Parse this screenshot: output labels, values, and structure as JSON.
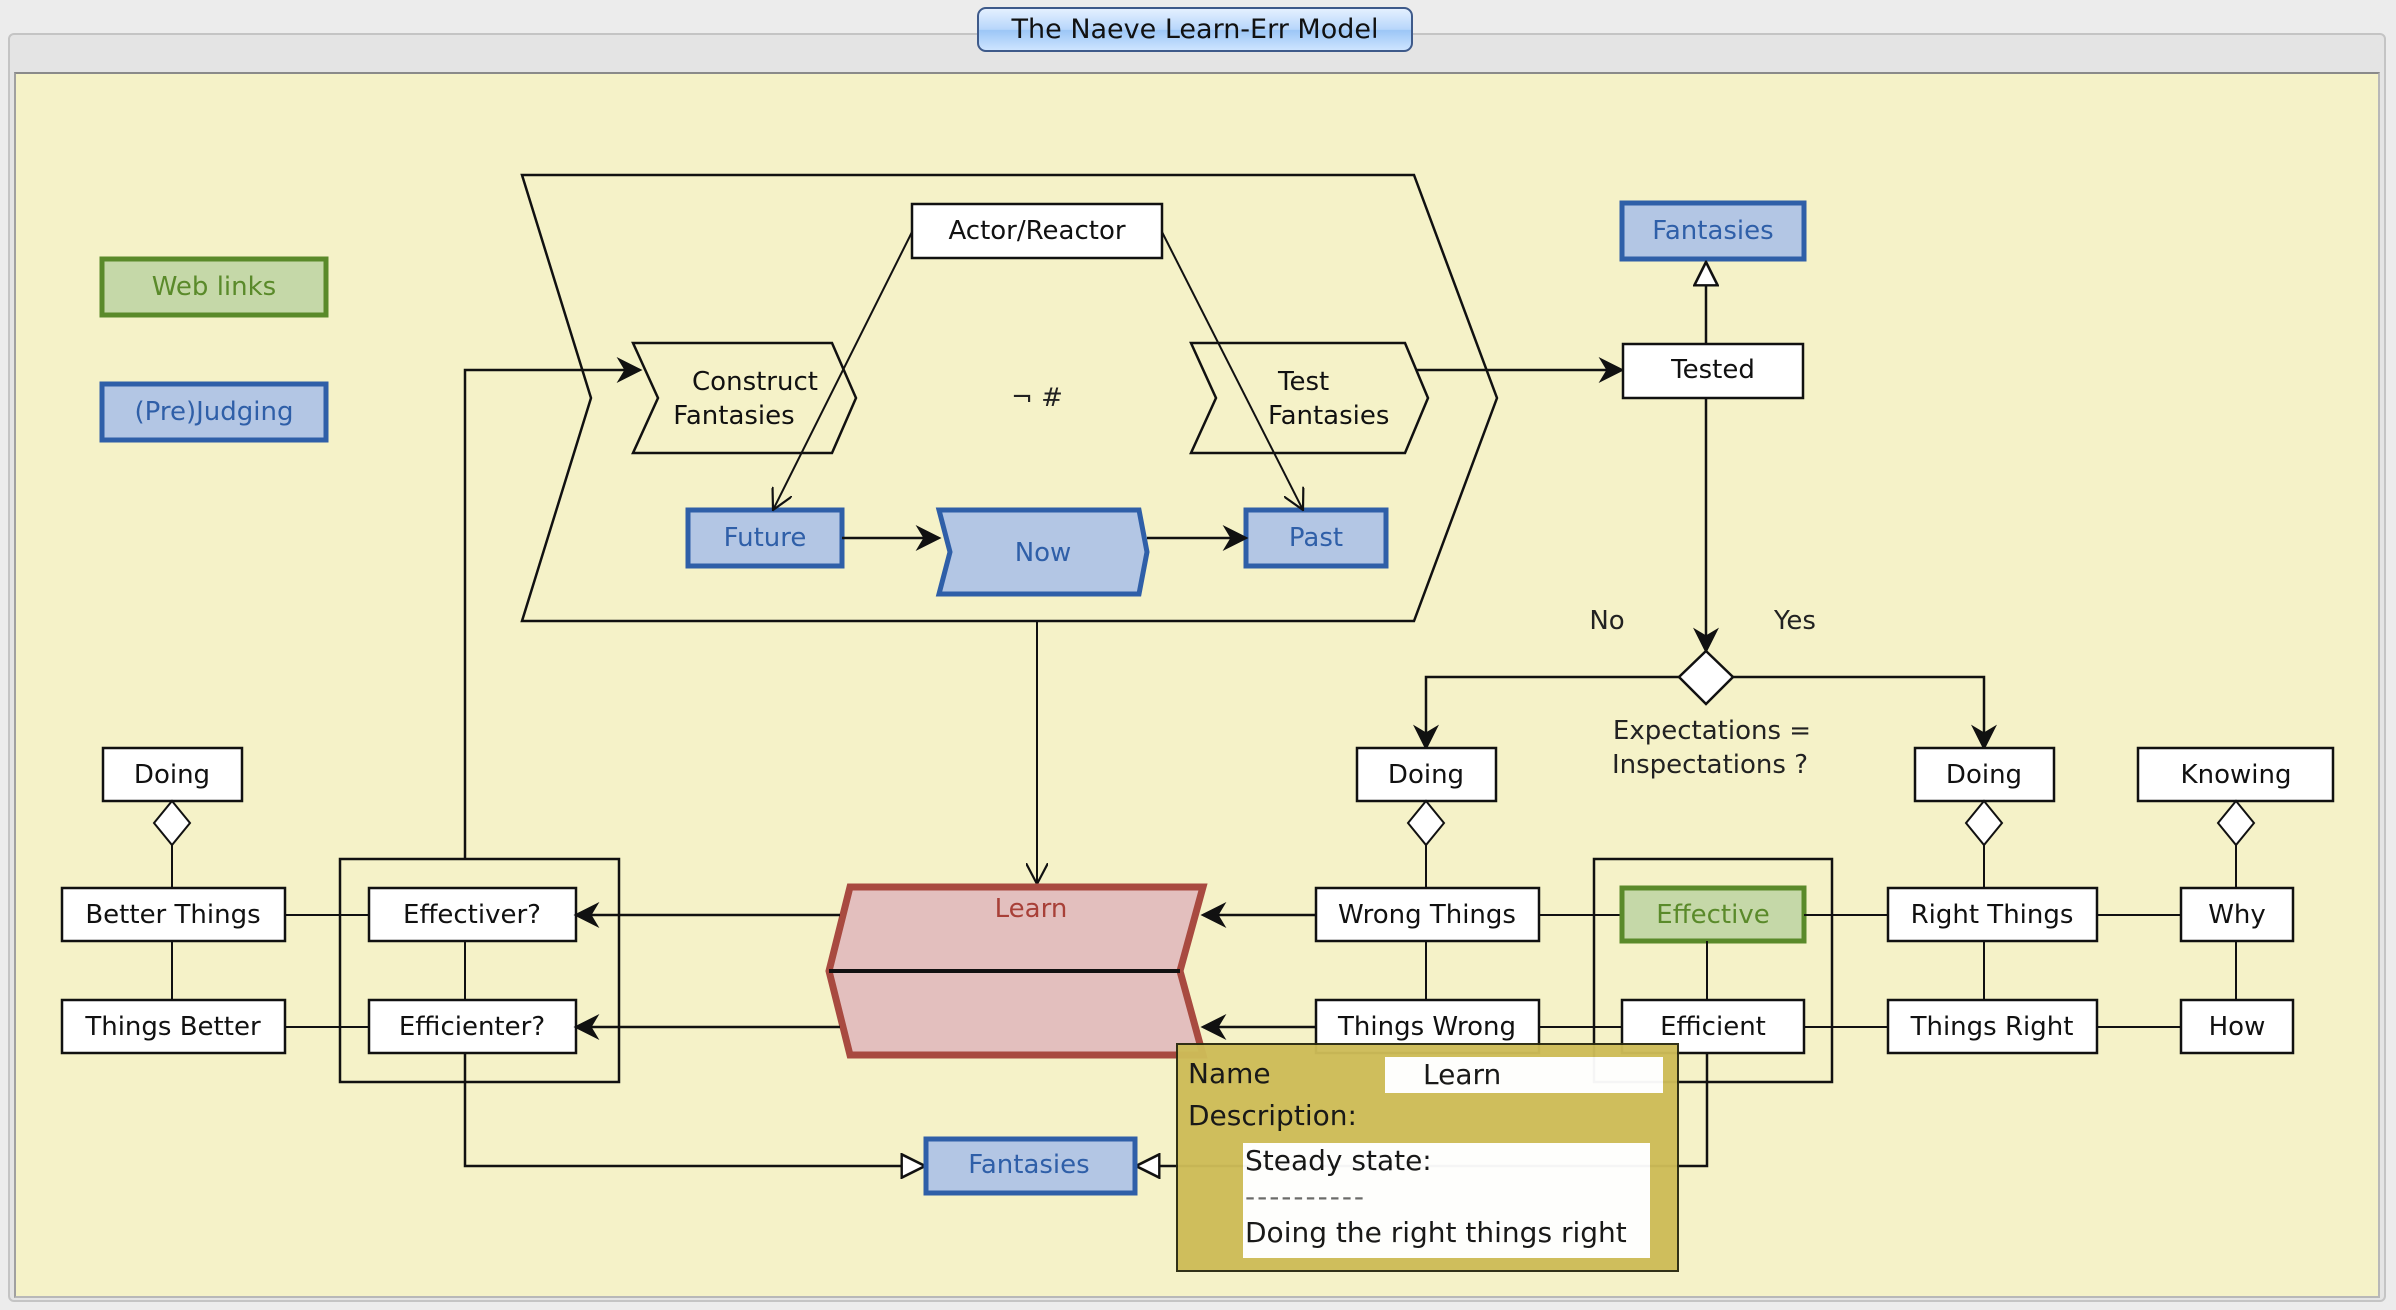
{
  "window": {
    "title": "The Naeve Learn-Err Model"
  },
  "legend": {
    "web_links": "Web links",
    "prejudging": "(Pre)Judging"
  },
  "colors": {
    "canvas_bg": "#f5f2c8",
    "blue_fill": "#b3c6e4",
    "blue_border": "#2f5fa8",
    "green_fill": "#c5d8a8",
    "green_border": "#5a8a2a",
    "red_fill": "#e3bfbe",
    "red_border": "#a84a40",
    "tooltip_bg": "#cebc58"
  },
  "top_cycle": {
    "actor": "Actor/Reactor",
    "construct_line1": "Construct",
    "construct_line2": "Fantasies",
    "test_line1": "Test",
    "test_line2": "Fantasies",
    "center_symbol": "¬ #",
    "future": "Future",
    "now": "Now",
    "past": "Past"
  },
  "right_flow": {
    "fantasies": "Fantasies",
    "tested": "Tested",
    "no": "No",
    "yes": "Yes",
    "question_line1": "Expectations  =",
    "question_line2": "Inspectations ?"
  },
  "left_group": {
    "doing": "Doing",
    "better_things": "Better Things",
    "things_better": "Things Better",
    "effectiver": "Effectiver?",
    "efficienter": "Efficienter?"
  },
  "learn": {
    "label": "Learn"
  },
  "middle_group": {
    "doing": "Doing",
    "wrong_things": "Wrong Things",
    "things_wrong": "Things Wrong",
    "effective": "Effective",
    "efficient": "Efficient"
  },
  "right_group": {
    "doing": "Doing",
    "knowing": "Knowing",
    "right_things": "Right Things",
    "things_right": "Things Right",
    "why": "Why",
    "how": "How"
  },
  "bottom": {
    "fantasies": "Fantasies"
  },
  "tooltip": {
    "name_label": "Name",
    "name_value": "Learn",
    "description_label": "Description:",
    "desc_line1": "Steady state:",
    "desc_line2": "----------",
    "desc_line3": "Doing the right things right"
  }
}
